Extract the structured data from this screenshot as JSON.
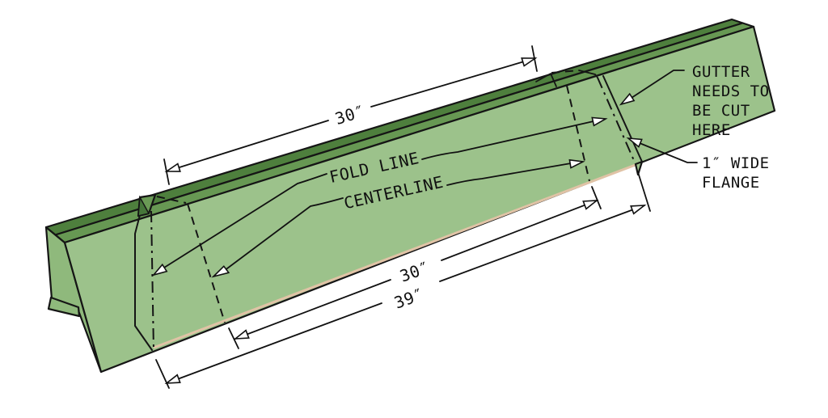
{
  "labels": {
    "fold_line": "FOLD LINE",
    "centerline": "CENTERLINE"
  },
  "dimensions": {
    "top_length": "30″",
    "bottom_length": "30″",
    "overall_length": "39″"
  },
  "annotations": {
    "cut_note_lines": [
      "GUTTER",
      "NEEDS TO",
      "BE CUT",
      "HERE"
    ],
    "flange_note_lines": [
      "1″ WIDE",
      "FLANGE"
    ]
  },
  "colors": {
    "front_face": "#9cc28b",
    "top_face_dark": "#4e7f3d",
    "top_face_light": "#679853",
    "back_face": "#8fb97c",
    "tab_face": "#6a9a55",
    "tab_dark": "#46763a",
    "bottom_hem": "#e0c3a6",
    "outline": "#151515",
    "background": "#ffffff"
  }
}
